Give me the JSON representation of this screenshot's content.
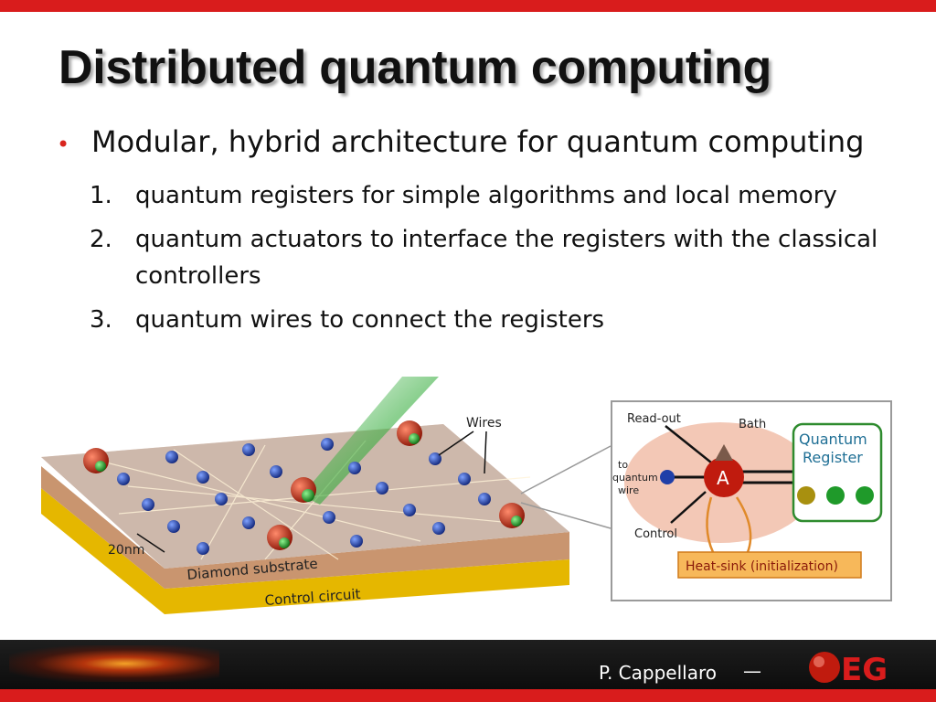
{
  "slide": {
    "title": "Distributed quantum computing",
    "bullet": "Modular, hybrid architecture for quantum computing",
    "items": [
      {
        "marker": "1.",
        "text": "quantum registers for simple algorithms and local memory"
      },
      {
        "marker": "2.",
        "text": "quantum actuators to interface the registers with the classical controllers"
      },
      {
        "marker": "3.",
        "text": "quantum wires to connect the registers"
      }
    ]
  },
  "figure": {
    "labels": {
      "wires": "Wires",
      "scale": "20nm",
      "substrate": "Diamond substrate",
      "control_circuit": "Control circuit",
      "readout": "Read-out",
      "bath": "Bath",
      "to_wire": [
        "to",
        "quantum",
        "wire"
      ],
      "control": "Control",
      "register": [
        "Quantum",
        "Register"
      ],
      "actuator": "A",
      "heatsink": "Heat-sink (initialization)"
    },
    "colors": {
      "laser": "#3cb043",
      "substrate_top": "#e8b89a",
      "substrate_side": "#c9956f",
      "control_layer": "#e5b700",
      "register_border": "#2e8b2e",
      "heatsink_fill": "#f7b85a",
      "electron": "#1f3fa8"
    }
  },
  "footer": {
    "author": "P. Cappellaro",
    "dash": "—",
    "logo_text": "EG"
  },
  "theme": {
    "accent": "#d91c1c",
    "bullet": "#d9251d"
  }
}
